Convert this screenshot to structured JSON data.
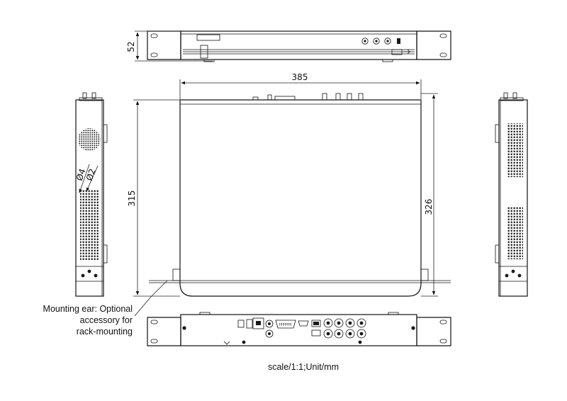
{
  "dimensions": {
    "width": "385",
    "depth_outer": "326",
    "depth_inner": "315",
    "height": "52",
    "hole_large": "Ø4",
    "hole_small": "Ø2"
  },
  "annotation": {
    "line1": "Mounting ear: Optional",
    "line2": "accessory for",
    "line3": "rack-mounting"
  },
  "scale_note": "scale/1:1;Unit/mm",
  "colors": {
    "line": "#111111",
    "background": "#ffffff"
  }
}
